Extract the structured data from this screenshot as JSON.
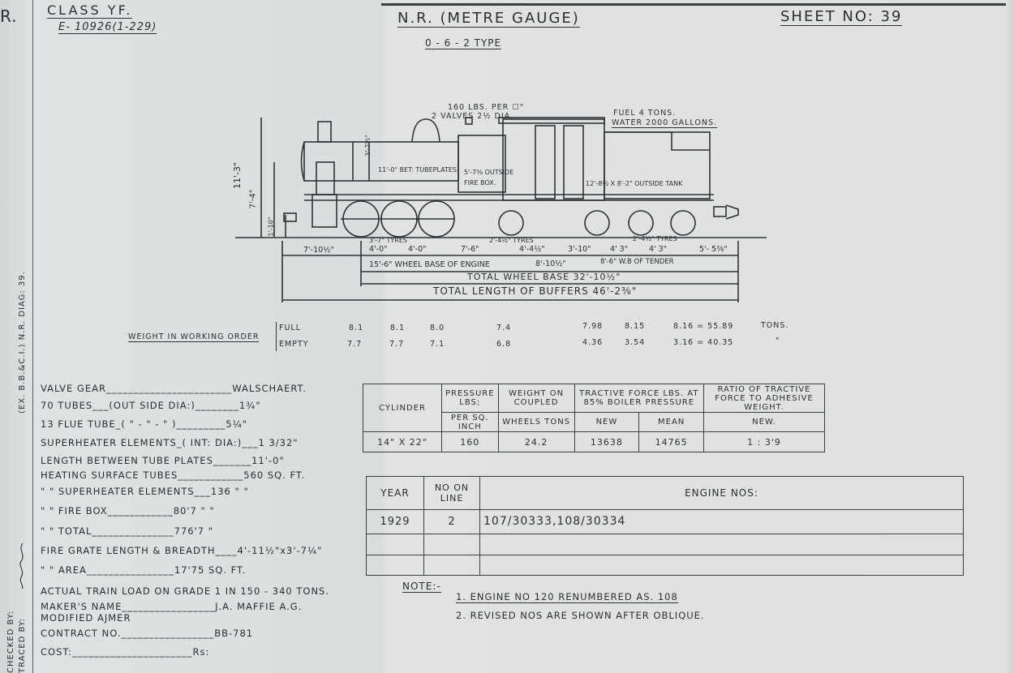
{
  "header": {
    "class": "CLASS   YF.",
    "ref": "E- 10926(1-229)",
    "railway": "N.R.  (METRE GAUGE)",
    "type": "0 - 6 - 2  TYPE",
    "sheet": "SHEET NO: 39",
    "corner": "R."
  },
  "sidebar": {
    "diag": "(EX. B.B.&C.I.)   N.R. DIAG: 39.",
    "checked": "CHECKED BY:",
    "traced": "TRACED   BY:"
  },
  "drawing": {
    "boiler_note1": "160 LBS. PER ☐\"",
    "boiler_note2": "2 VALVES 2½ DIA.",
    "fuel": "FUEL 4 TONS.",
    "water": "WATER 2000 GALLONS.",
    "height1": "11'-3\"",
    "height2": "7'-4\"",
    "height3": "1'-10\"",
    "tube_bet": "11'-0\" BET: TUBEPLATES",
    "firebox": "FIRE BOX.",
    "outside_fb": "5'-7⅜ OUTSIDE",
    "outside_tank": "12'-8½ X 8'-2\" OUTSIDE TANK",
    "boiler_dia": "3'-7½\"",
    "dims": {
      "d1": "7'-10½\"",
      "d2": "4'-0\"",
      "d3": "4'-0\"",
      "d4": "7'-6\"",
      "d5": "4'-4½\"",
      "d6": "3'-10\"",
      "d7": "4' 3\"",
      "d8": "4' 3\"",
      "d9": "5'- 5⅜\"",
      "tyres1": "3'-7\"  TYRES",
      "tyres2": "2'-4½\" TYRES",
      "tyres3": "2'-4½\" TYRES",
      "wb_engine": "15'-6\" WHEEL BASE OF ENGINE",
      "wb_mid": "8'-10½\"",
      "wb_tender": "8'-6\" W.B OF TENDER",
      "total_wb": "TOTAL  WHEEL  BASE  32'-10½\"",
      "total_len": "TOTAL LENGTH OF BUFFERS  46'-2⅜\""
    }
  },
  "weight": {
    "label": "WEIGHT  IN  WORKING  ORDER",
    "full_label": "FULL",
    "empty_label": "EMPTY",
    "full": [
      "8.1",
      "8.1",
      "8.0",
      "7.4",
      "7.98",
      "8.15",
      "8.16 = 55.89",
      "TONS."
    ],
    "empty": [
      "7.7",
      "7.7",
      "7.1",
      "6.8",
      "4.36",
      "3.54",
      "3.16 = 40.35",
      "\""
    ]
  },
  "specs": [
    "VALVE  GEAR_______________________WALSCHAERT.",
    "70 TUBES___(OUT SIDE DIA:)________1¾\"",
    "13 FLUE TUBE_( \" - \" - \" )_________5¼\"",
    "SUPERHEATER  ELEMENTS_( INT: DIA:)___1 3/32\"",
    "LENGTH  BETWEEN TUBE PLATES_______11'-0\"",
    "HEATING  SURFACE  TUBES____________560 SQ. FT.",
    "   \"      \"   SUPERHEATER ELEMENTS___136  \"  \"",
    "   \"      \"   FIRE BOX____________80'7  \"  \"",
    "   \"      \"   TOTAL_______________776'7  \"",
    "FIRE  GRATE LENGTH & BREADTH____4'-11½\"x3'-7¼\"",
    "   \"     \"   AREA________________17'75  SQ. FT.",
    "ACTUAL TRAIN  LOAD ON GRADE 1 IN 150 - 340 TONS.",
    "MAKER'S NAME_________________J.A. MAFFIE A.G.",
    "                                  MODIFIED AJMER",
    "CONTRACT  NO._________________BB-781",
    "COST:______________________Rs:"
  ],
  "tractive": {
    "headers": [
      "CYLINDER",
      "PRESSURE LBS:",
      "WEIGHT ON COUPLED",
      "TRACTIVE FORCE LBS. AT 85% BOILER PRESSURE",
      "RATIO OF TRACTIVE FORCE TO ADHESIVE WEIGHT."
    ],
    "subheaders": [
      "PER SQ. INCH",
      "WHEELS TONS",
      "NEW",
      "MEAN",
      "NEW."
    ],
    "row": [
      "14\" X 22\"",
      "160",
      "24.2",
      "13638",
      "14765",
      "1 : 3'9"
    ]
  },
  "engines": {
    "headers": [
      "YEAR",
      "NO ON LINE",
      "ENGINE  NOS:"
    ],
    "row": [
      "1929",
      "2",
      "107/30333,108/30334"
    ]
  },
  "notes": {
    "label": "NOTE:-",
    "n1": "1. ENGINE NO 120 RENUMBERED AS. 108",
    "n2": "2. REVISED NOS ARE SHOWN AFTER OBLIQUE."
  }
}
